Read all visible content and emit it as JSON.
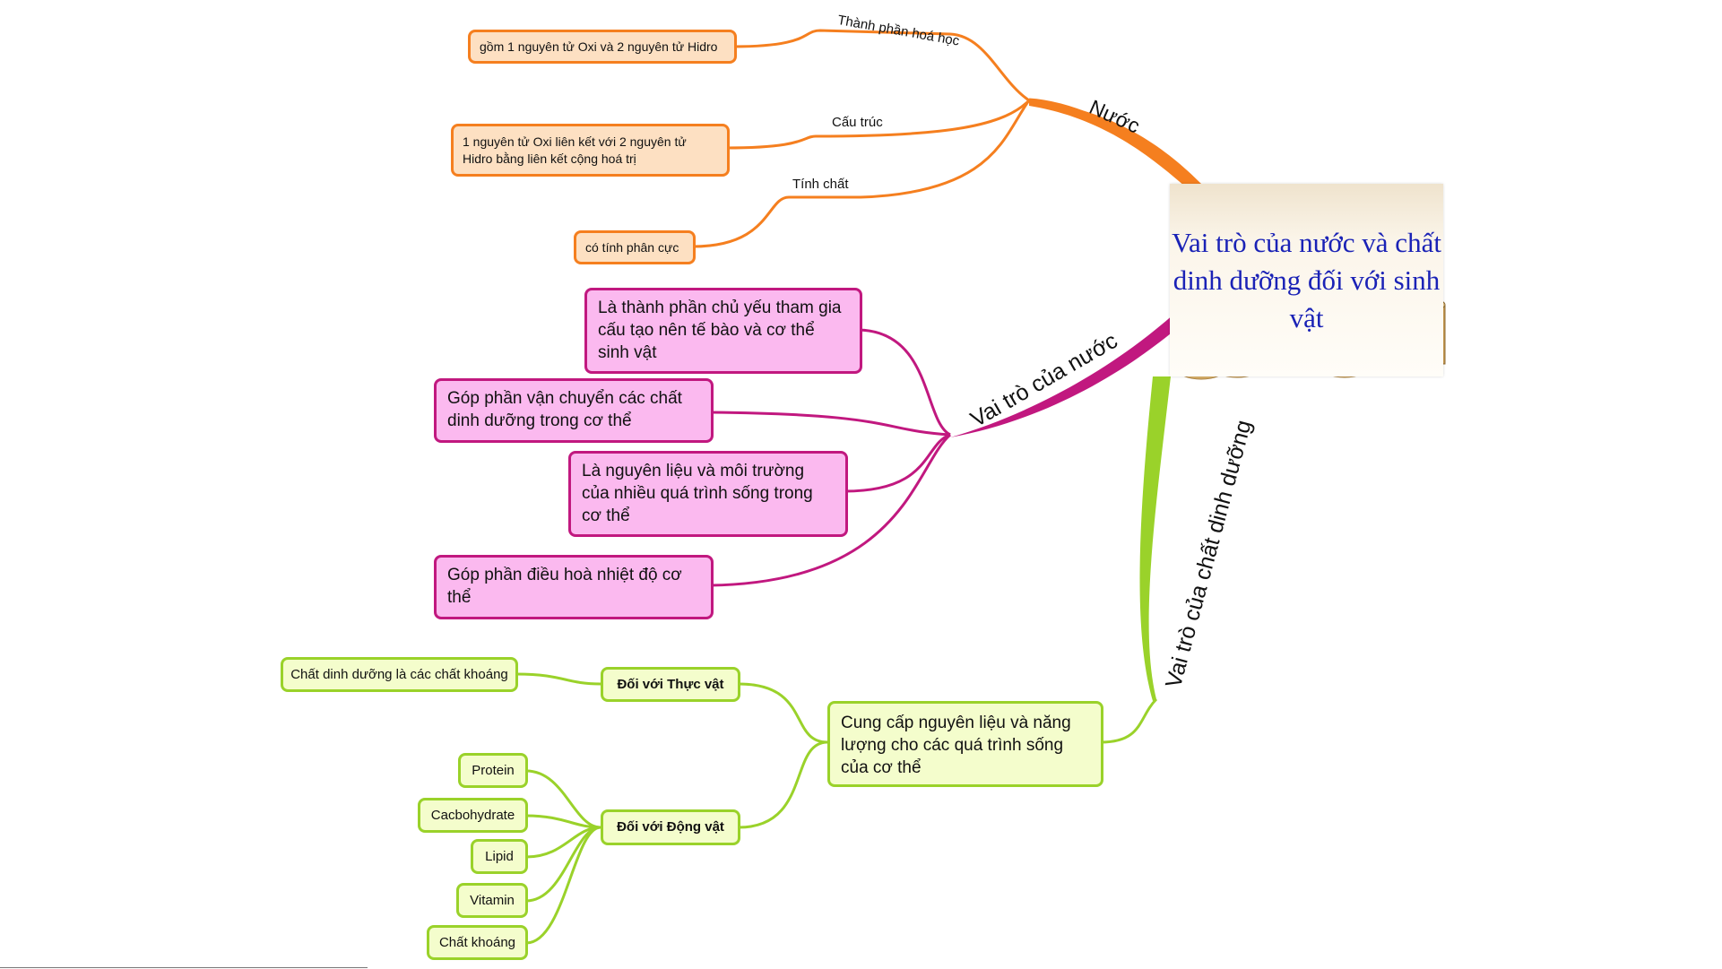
{
  "center": {
    "title": "Vai trò của nước và chất dinh dưỡng đối với sinh vật"
  },
  "branches": {
    "nuoc": {
      "label": "Nước",
      "color": "#f57f1f",
      "children": [
        {
          "label": "Thành phần hoá học",
          "box": "gồm 1 nguyên tử Oxi và 2 nguyên tử Hidro"
        },
        {
          "label": "Cấu trúc",
          "box": "1 nguyên tử Oxi liên kết với 2 nguyên tử Hidro bằng liên kết cộng hoá trị"
        },
        {
          "label": "Tính chất",
          "box": "có tính phân cực"
        }
      ]
    },
    "vai_tro_nuoc": {
      "label": "Vai trò của nước",
      "color": "#c1187f",
      "items": [
        "Là thành phần chủ yếu tham gia cấu tạo nên tế bào và cơ thể sinh vật",
        "Góp phần vận chuyển các chất dinh dưỡng trong cơ thể",
        "Là nguyên liệu và môi trường của nhiều quá trình sống trong cơ thể",
        "Góp phần điều hoà nhiệt độ cơ thể"
      ]
    },
    "vai_tro_dinh_duong": {
      "label": "Vai trò của chất dinh dưỡng",
      "color": "#9ad22a",
      "main": "Cung cấp nguyên liệu và năng lượng cho các quá trình sống của cơ thể",
      "plants": {
        "label": "Đối với Thực vật",
        "item": "Chất dinh dưỡng là các chất khoáng"
      },
      "animals": {
        "label": "Đối với Động vật",
        "items": [
          "Protein",
          "Cacbohydrate",
          "Lipid",
          "Vitamin",
          "Chất khoáng"
        ]
      }
    }
  }
}
